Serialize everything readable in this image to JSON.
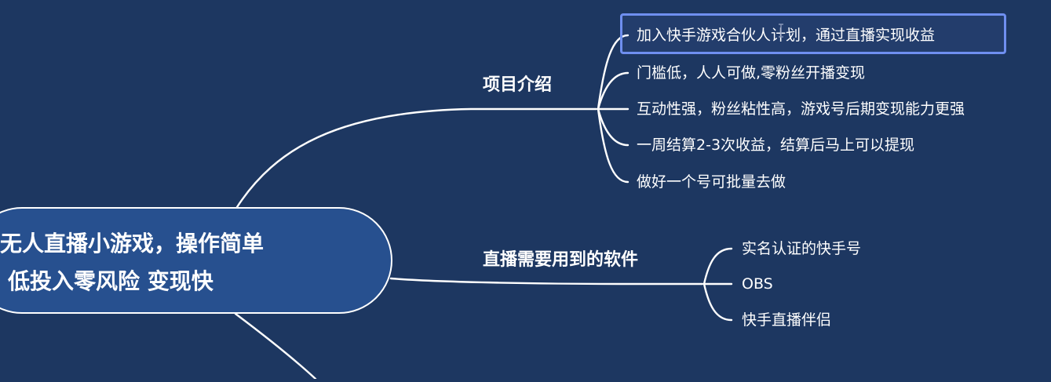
{
  "root": {
    "line1": "无人直播小游戏，操作简单",
    "line2": "低投入零风险 变现快"
  },
  "branches": [
    {
      "label": "项目介绍",
      "children": [
        "加入快手游戏合伙人计划，通过直播实现收益",
        "门槛低，人人可做,零粉丝开播变现",
        "互动性强，粉丝粘性高，游戏号后期变现能力更强",
        "一周结算2-3次收益，结算后马上可以提现",
        "做好一个号可批量去做"
      ]
    },
    {
      "label": "直播需要用到的软件",
      "children": [
        "实名认证的快手号",
        "OBS",
        "快手直播伴侣"
      ]
    }
  ],
  "colors": {
    "background": "#1d3761",
    "root_fill": "#27508f",
    "connector": "#ffffff",
    "selection_border": "#6f8ff0"
  }
}
